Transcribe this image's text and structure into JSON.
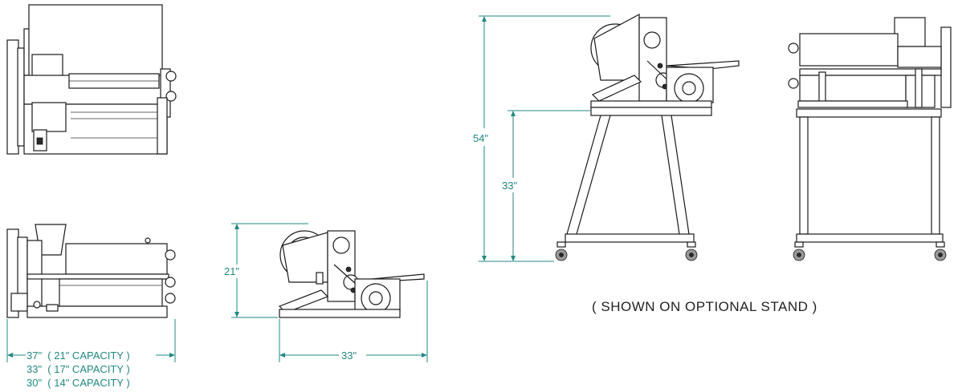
{
  "dimensions": {
    "width_large": "37\"  ( 21\" CAPACITY )",
    "width_medium": "33\"  ( 17\" CAPACITY )",
    "width_small": "30\"  ( 14\" CAPACITY )",
    "side_height": "21\"",
    "side_depth": "33\"",
    "stand_total_height": "54\"",
    "stand_height": "33\""
  },
  "caption": "( SHOWN ON OPTIONAL STAND )",
  "colors": {
    "dimension": "#1f8a80",
    "line": "#1a1a1a",
    "fill": "#ffffff"
  }
}
